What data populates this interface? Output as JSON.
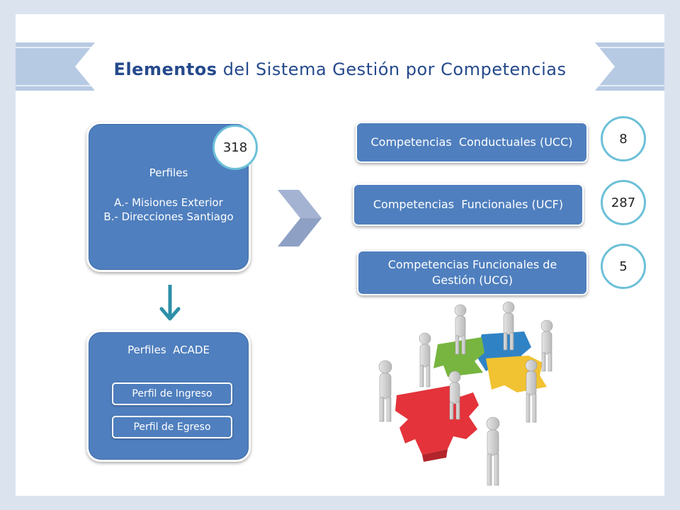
{
  "title": {
    "bold": "Elementos",
    "rest": " del Sistema Gestión por Competencias"
  },
  "perfiles": {
    "heading": "Perfiles",
    "line1": "A.- Misiones Exterior",
    "line2": "B.- Direcciones Santiago",
    "count": "318"
  },
  "acade": {
    "heading": "Perfiles  ACADE",
    "ingreso": "Perfil de Ingreso",
    "egreso": "Perfil de Egreso"
  },
  "competencias": [
    {
      "label": "Competencias  Conductuales (UCC)",
      "count": "8"
    },
    {
      "label": "Competencias  Funcionales (UCF)",
      "count": "287"
    },
    {
      "label": "Competencias Funcionales de Gestión (UCG)",
      "count": "5"
    }
  ],
  "colors": {
    "box": "#4f7fbe",
    "circle_border": "#6cc0d8",
    "title": "#254a8c",
    "banner": "#b7cae3"
  }
}
